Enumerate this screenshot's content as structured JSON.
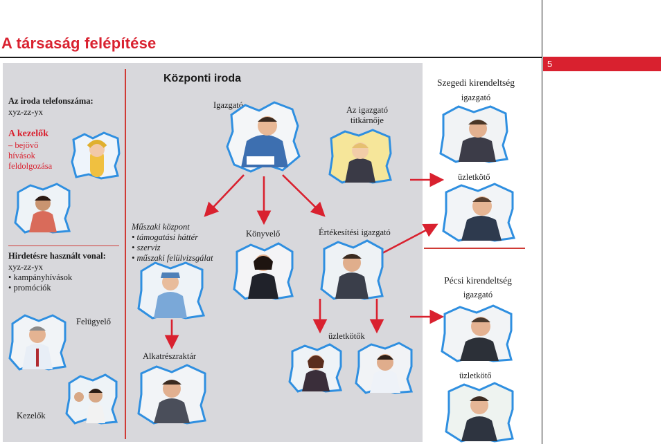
{
  "title": "A társaság felépítése",
  "page_number": "5",
  "left": {
    "phone_label": "Az iroda telefonszáma:",
    "phone_number": "xyz-zz-yx",
    "operators_heading": "A kezelők",
    "operators_desc": [
      "– bejövő",
      "hívások",
      "feldolgozása"
    ],
    "ad_line_label": "Hirdetésre használt vonal:",
    "ad_line_number": "xyz-zz-yx",
    "ad_items": [
      "kampányhívások",
      "promóciók"
    ],
    "supervisor": "Felügyelő",
    "operators_bottom": "Kezelők"
  },
  "center": {
    "heading": "Központi iroda",
    "director": "Igazgató",
    "secretary": [
      "Az igazgató",
      "titkárnője"
    ],
    "tech_center": "Műszaki központ",
    "tech_items": [
      "támogatási háttér",
      "szerviz",
      "műszaki felülvizsgálat"
    ],
    "accountant": "Könyvelő",
    "sales_director": "Értékesítési igazgató",
    "parts_store": "Alkatrészraktár",
    "dealers": "üzletkötők"
  },
  "right": {
    "szeged_heading": "Szegedi kirendeltség",
    "szeged_director": "igazgató",
    "szeged_dealer": "üzletkötő",
    "pecs_heading": "Pécsi kirendeltség",
    "pecs_director": "igazgató",
    "pecs_dealer": "üzletkötő"
  },
  "colors": {
    "accent_red": "#d9212f",
    "panel_grey": "#d8d8dc",
    "photo_frame": "#2f8fe0"
  },
  "photo_icons": [
    "operator-headset-woman-photo",
    "director-phone-photo",
    "secretary-photo",
    "szeged-director-photo",
    "ad-line-operator-photo",
    "szeged-dealer-photo",
    "technician-photo",
    "accountant-photo",
    "sales-director-photo",
    "supervisor-photo",
    "operators-photo",
    "parts-store-photo",
    "dealer-1-photo",
    "dealer-2-photo",
    "pecs-director-photo",
    "pecs-dealer-photo"
  ]
}
